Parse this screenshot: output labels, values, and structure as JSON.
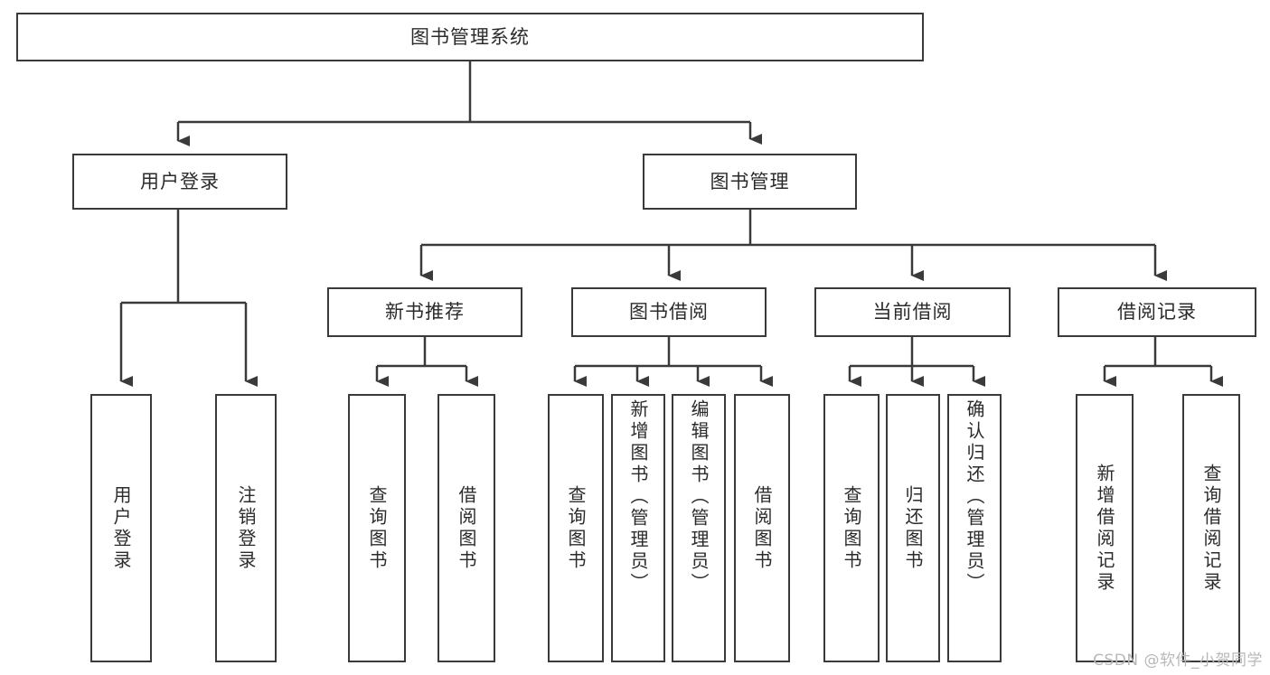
{
  "diagram": {
    "title": "图书管理系统",
    "type": "tree-hierarchy-chart",
    "root": {
      "id": "root",
      "label": "图书管理系统"
    },
    "level2": [
      {
        "id": "user-login",
        "label": "用户登录"
      },
      {
        "id": "book-manage",
        "label": "图书管理"
      }
    ],
    "level3": [
      {
        "id": "new-book-recommend",
        "label": "新书推荐"
      },
      {
        "id": "book-borrow",
        "label": "图书借阅"
      },
      {
        "id": "current-borrow",
        "label": "当前借阅"
      },
      {
        "id": "borrow-record",
        "label": "借阅记录"
      }
    ],
    "leaves": [
      {
        "id": "leaf-user-login",
        "label": "用户登录",
        "parent": "user-login"
      },
      {
        "id": "leaf-logout-login",
        "label": "注销登录",
        "parent": "user-login"
      },
      {
        "id": "leaf-query-book-1",
        "label": "查询图书",
        "parent": "new-book-recommend"
      },
      {
        "id": "leaf-borrow-book-1",
        "label": "借阅图书",
        "parent": "new-book-recommend"
      },
      {
        "id": "leaf-query-book-2",
        "label": "查询图书",
        "parent": "book-borrow"
      },
      {
        "id": "leaf-add-book",
        "label": "新增图书（管理员）",
        "parent": "book-borrow"
      },
      {
        "id": "leaf-edit-book",
        "label": "编辑图书（管理员）",
        "parent": "book-borrow"
      },
      {
        "id": "leaf-borrow-book-2",
        "label": "借阅图书",
        "parent": "book-borrow"
      },
      {
        "id": "leaf-query-book-3",
        "label": "查询图书",
        "parent": "current-borrow"
      },
      {
        "id": "leaf-return-book",
        "label": "归还图书",
        "parent": "current-borrow"
      },
      {
        "id": "leaf-confirm-return",
        "label": "确认归还（管理员）",
        "parent": "current-borrow"
      },
      {
        "id": "leaf-add-record",
        "label": "新增借阅记录",
        "parent": "borrow-record"
      },
      {
        "id": "leaf-query-record",
        "label": "查询借阅记录",
        "parent": "borrow-record"
      }
    ],
    "colors": {
      "stroke": "#3a3a3a",
      "fill": "#ffffff",
      "text": "#2b2b2b",
      "watermark": "#b8b8b8"
    }
  },
  "watermark": {
    "text": "CSDN @软件_小贺同学"
  }
}
